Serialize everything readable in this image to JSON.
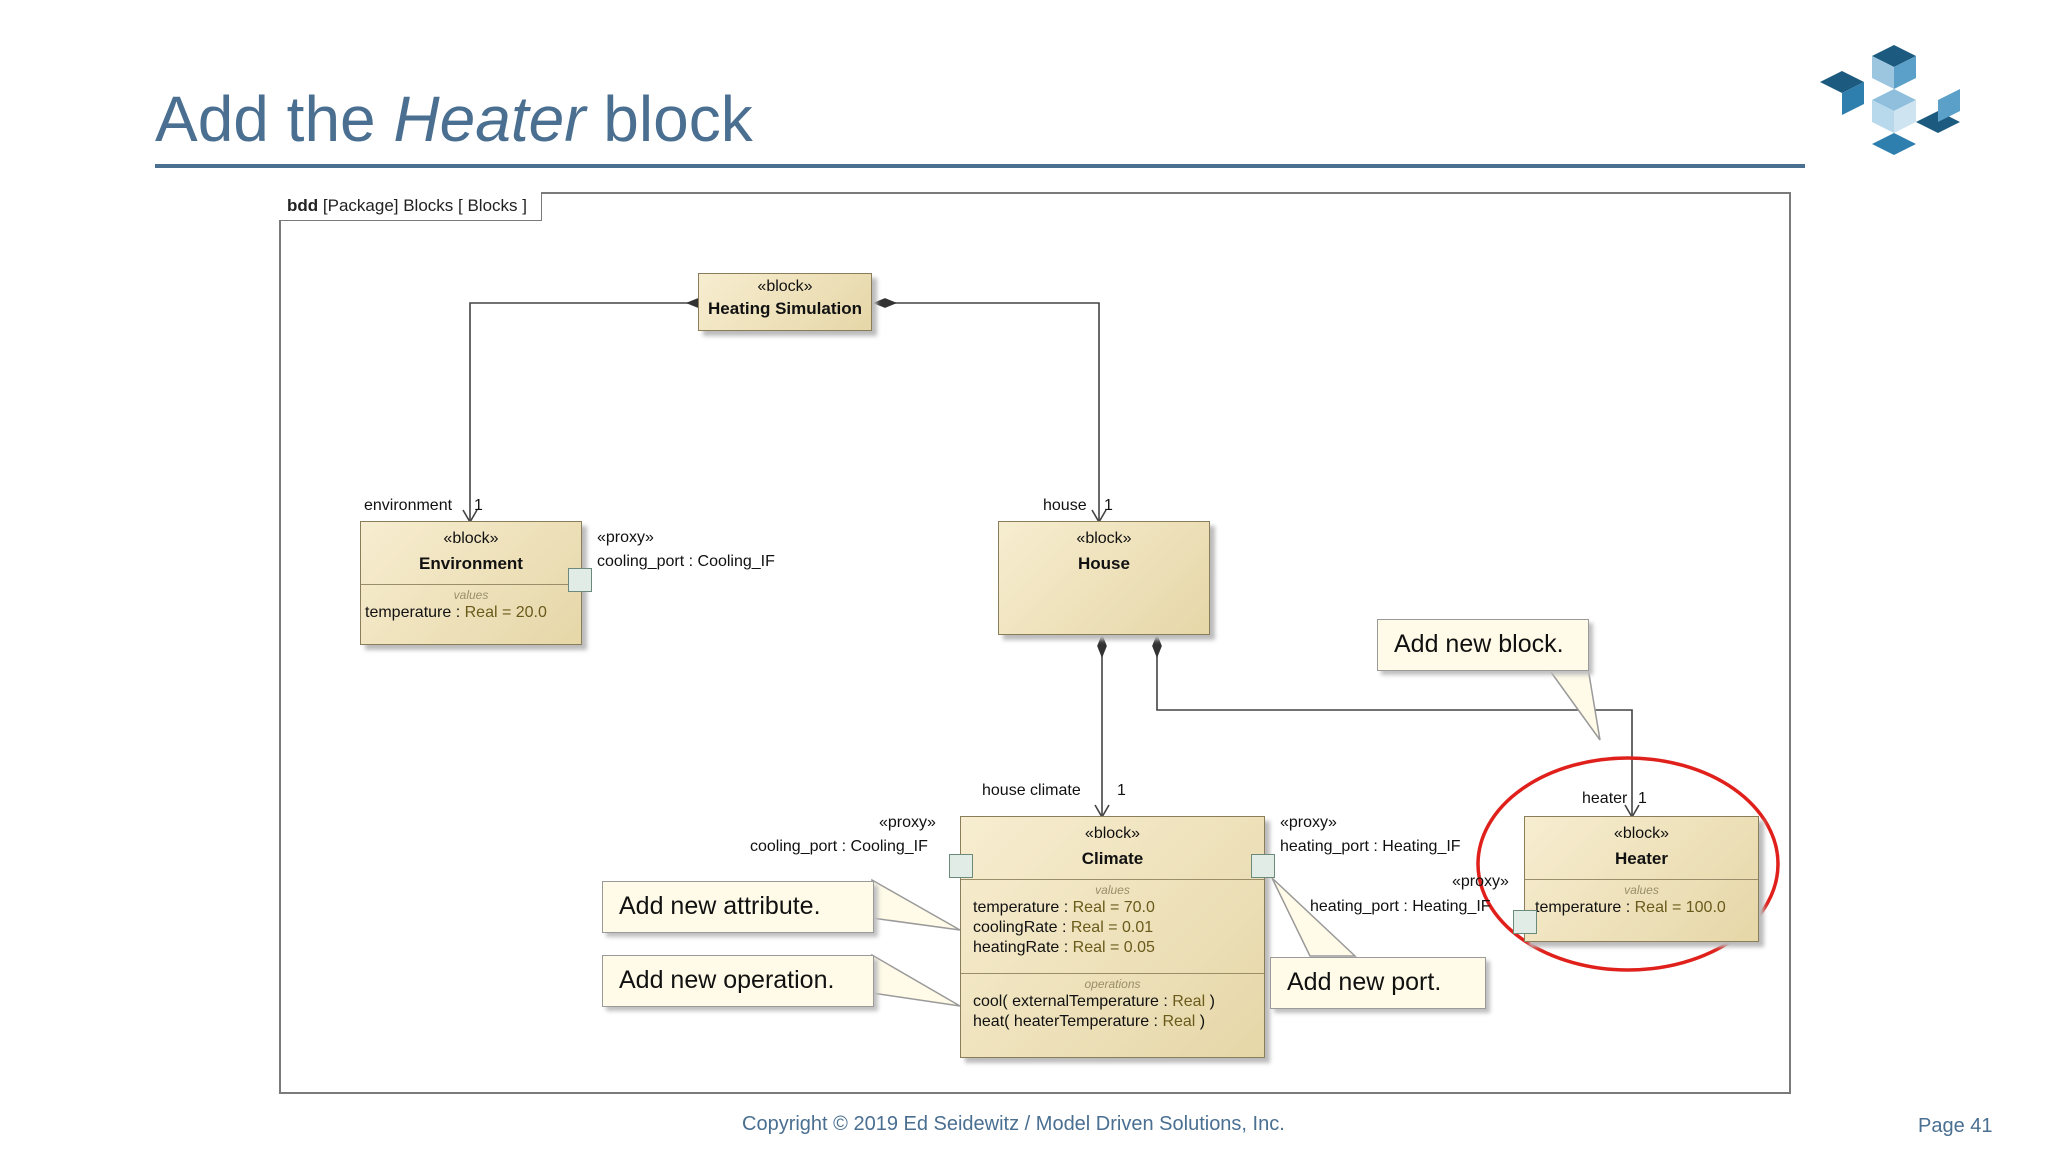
{
  "slide": {
    "title_prefix": "Add the ",
    "title_emph": "Heater",
    "title_suffix": " block",
    "footer": "Copyright © 2019 Ed Seidewitz / Model Driven Solutions, Inc.",
    "page": "Page 41"
  },
  "diagram": {
    "kind": "bdd",
    "frame_rest": "[Package] Blocks [ Blocks ]",
    "stereotype": "«block»",
    "proxy": "«proxy»",
    "values_title": "values",
    "operations_title": "operations",
    "heating_simulation": {
      "name": "Heating Simulation"
    },
    "environment": {
      "name": "Environment",
      "role": "environment",
      "mult": "1",
      "attr": {
        "name": "temperature",
        "sep": " : ",
        "type": "Real",
        "default": " = 20.0"
      },
      "port": "cooling_port : Cooling_IF"
    },
    "house": {
      "name": "House",
      "role": "house",
      "mult": "1"
    },
    "climate": {
      "name": "Climate",
      "role": "house climate",
      "mult": "1",
      "attrs": [
        {
          "name": "temperature",
          "sep": " : ",
          "type": "Real",
          "default": " = 70.0"
        },
        {
          "name": "coolingRate",
          "sep": " : ",
          "type": "Real",
          "default": " = 0.01"
        },
        {
          "name": "heatingRate",
          "sep": " : ",
          "type": "Real",
          "default": " = 0.05"
        }
      ],
      "ops": [
        {
          "name": "cool( externalTemperature",
          "sep": " : ",
          "type": "Real",
          "end": " )"
        },
        {
          "name": "heat( heaterTemperature",
          "sep": " : ",
          "type": "Real",
          "end": " )"
        }
      ],
      "left_port": "cooling_port : Cooling_IF",
      "right_port": "heating_port : Heating_IF"
    },
    "heater": {
      "name": "Heater",
      "role": "heater",
      "mult": "1",
      "attr": {
        "name": "temperature",
        "sep": " : ",
        "type": "Real",
        "default": " = 100.0"
      },
      "port": "heating_port : Heating_IF"
    }
  },
  "callouts": {
    "block": "Add new block.",
    "attribute": "Add new attribute.",
    "operation": "Add new operation.",
    "port": "Add new port."
  },
  "colors": {
    "title": "#4a6f91",
    "block_fill": "#efe3bd",
    "highlight_ring": "#e0201b"
  }
}
